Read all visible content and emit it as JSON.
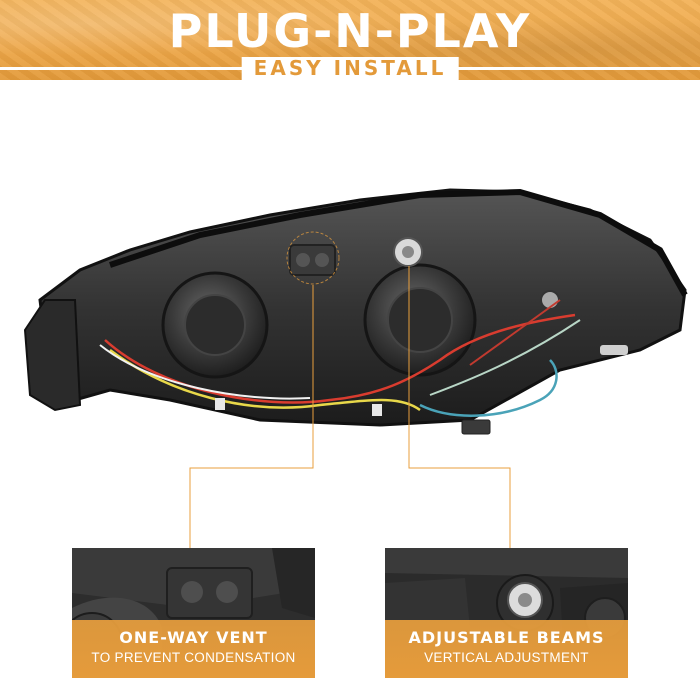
{
  "header": {
    "title": "PLUG-N-PLAY",
    "subtitle": "EASY INSTALL"
  },
  "features": [
    {
      "title": "ONE-WAY VENT",
      "subtitle": "TO PREVENT CONDENSATION"
    },
    {
      "title": "ADJUSTABLE BEAMS",
      "subtitle": "VERTICAL ADJUSTMENT"
    }
  ],
  "colors": {
    "accent": "#e99f3d",
    "housing": "#2f2f2f",
    "background": "#ffffff"
  }
}
